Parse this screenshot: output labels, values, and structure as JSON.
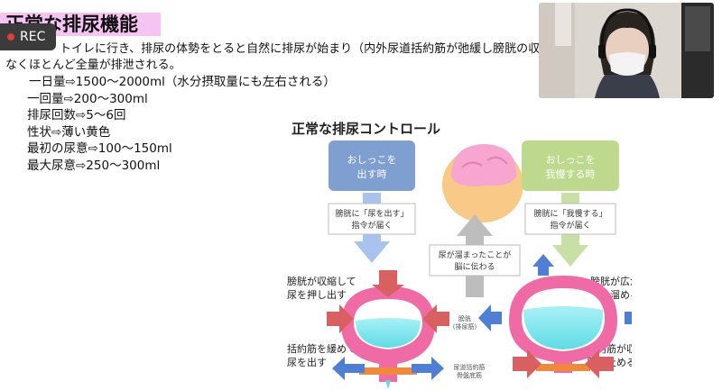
{
  "recording": {
    "label": "REC"
  },
  "slide": {
    "title": "正常な排尿機能",
    "intro_line1": "トイレに行き、排尿の体勢をとると自然に排尿が始まり（内外尿道括約筋が弛緩し膀胱の収",
    "intro_line2": "なくほとんど全量が排泄される。",
    "bullets": [
      "一日量⇨1500〜2000ml（水分摂取量にも左右される）",
      "一回量⇨200〜300ml",
      "排尿回数⇨5〜6回",
      "性状⇨薄い黄色",
      "最初の尿意⇨100〜150ml",
      "最大尿意⇨250〜300ml"
    ]
  },
  "diagram": {
    "title": "正常な排尿コントロール",
    "box_left": [
      "おしっこを",
      "出す時"
    ],
    "box_right": [
      "おしっこを",
      "我慢する時"
    ],
    "cmd_left": [
      "膀胱に「尿を出す」",
      "指令が届く"
    ],
    "cmd_right": [
      "膀胱に「我慢する」",
      "指令が届く"
    ],
    "center_msg": [
      "尿が溜まったことが",
      "脳に伝わる"
    ],
    "label_contract": [
      "膀胱が収縮して",
      "尿を押し出す"
    ],
    "label_expand": [
      "膀胱が広がって",
      "尿を溜める"
    ],
    "label_relax": [
      "括約筋を緩めて",
      "尿を出す"
    ],
    "label_tight": [
      "括約筋が収縮して",
      "尿を止める"
    ],
    "small_bladder": [
      "膀胱",
      "(排尿筋)"
    ],
    "small_sphincter": [
      "尿道括約筋",
      "骨盤底筋"
    ]
  },
  "colors": {
    "title_highlight": "#f5c4f2",
    "blue_box": "#7f9fd1",
    "green_box": "#bcd98d",
    "bladder": "#f06aa6",
    "urine": "#7fe7ee",
    "arrow_red": "#d96060",
    "arrow_blue": "#4e7fd4",
    "arrow_gray": "#b5b5b5"
  },
  "icons": {
    "webcam_person": "person-with-headset",
    "brain": "brain-icon"
  }
}
